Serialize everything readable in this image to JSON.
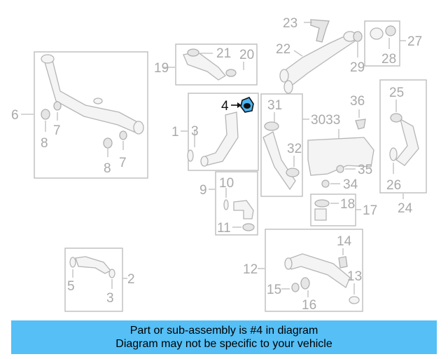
{
  "callouts": {
    "c1": "1",
    "c2": "2",
    "c3a": "3",
    "c3b": "3",
    "c4": "4",
    "c5": "5",
    "c6": "6",
    "c7a": "7",
    "c7b": "7",
    "c8a": "8",
    "c8b": "8",
    "c9": "9",
    "c10": "10",
    "c11": "11",
    "c12": "12",
    "c13": "13",
    "c14": "14",
    "c15": "15",
    "c16": "16",
    "c17": "17",
    "c18": "18",
    "c19": "19",
    "c20": "20",
    "c21": "21",
    "c22": "22",
    "c23": "23",
    "c24": "24",
    "c25": "25",
    "c26": "26",
    "c27": "27",
    "c28": "28",
    "c29": "29",
    "c3033": "3033",
    "c31": "31",
    "c32": "32",
    "c34": "34",
    "c35": "35",
    "c36": "36"
  },
  "highlight": {
    "part_number": "4",
    "color": "#4bb3f0"
  },
  "banner": {
    "line1": "Part or sub-assembly is #4 in diagram",
    "line2": "Diagram may not be specific to your vehicle",
    "color": "#55bff6"
  }
}
